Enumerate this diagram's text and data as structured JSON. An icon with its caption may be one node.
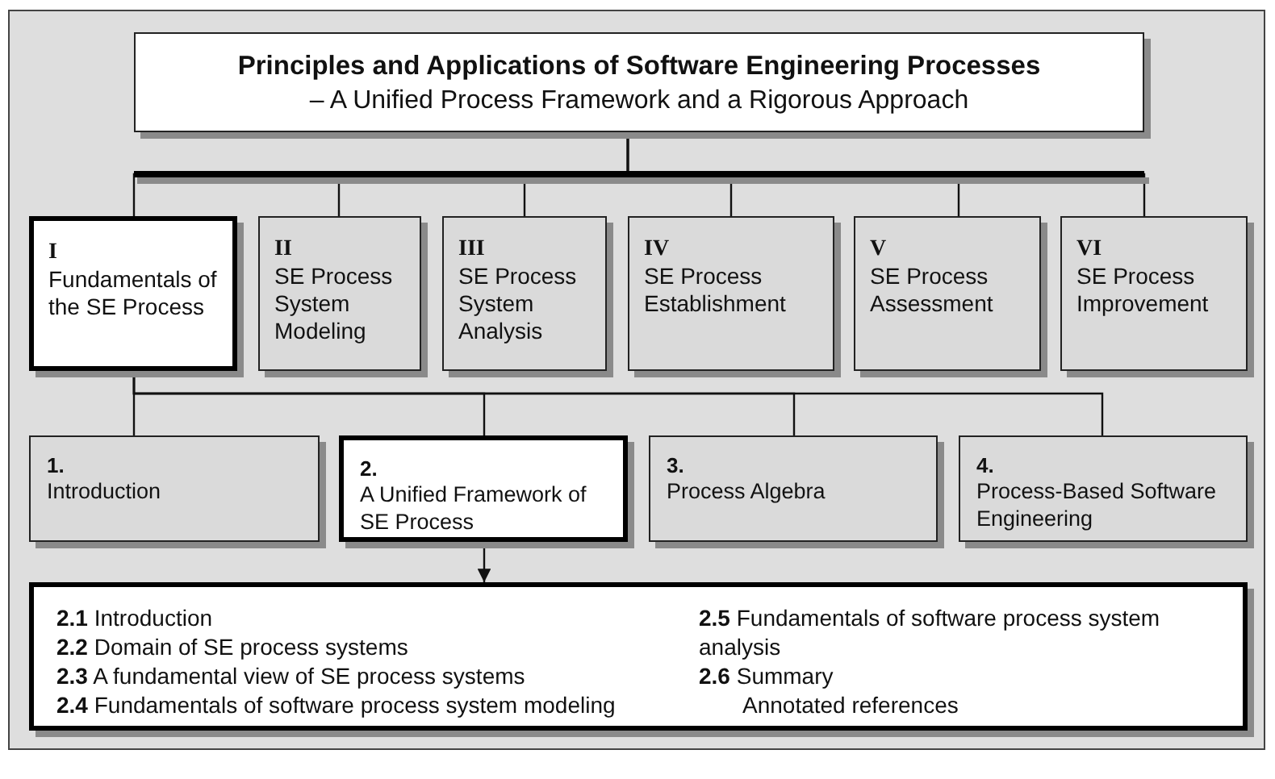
{
  "diagram": {
    "nodes": [
      {
        "text": [
          "Principles and Applications of Software Engineering Processes",
          "– A Unified Process Framework and a Rigorous Approach"
        ]
      },
      {
        "text": [
          "I",
          "Fundamentals of the SE Process"
        ]
      },
      {
        "text": [
          "II",
          "SE Process System Modeling"
        ]
      },
      {
        "text": [
          "III",
          "SE Process System Analysis"
        ]
      },
      {
        "text": [
          "IV",
          "SE Process Establishment"
        ]
      },
      {
        "text": [
          "V",
          "SE Process Assessment"
        ]
      },
      {
        "text": [
          "VI",
          "SE Process Improvement"
        ]
      },
      {
        "text": [
          "1.",
          "Introduction"
        ]
      },
      {
        "text": [
          "2.",
          "A Unified Framework of SE Process"
        ]
      },
      {
        "text": [
          "3.",
          "Process Algebra"
        ]
      },
      {
        "text": [
          "4.",
          "Process-Based Software Engineering"
        ]
      },
      {
        "text": [
          "**2.1** Introduction",
          "**2.2** Domain of SE process systems",
          "**2.3** A fundamental view of SE process systems",
          "**2.4** Fundamentals of software process system modeling",
          "**2.5** Fundamentals of software process system analysis",
          "**2.6** Summary",
          "Annotated references"
        ]
      }
    ],
    "edges": [
      {
        "from": 0,
        "to": 1,
        "arrow": "none"
      },
      {
        "from": 0,
        "to": 2,
        "arrow": "none"
      },
      {
        "from": 0,
        "to": 3,
        "arrow": "none"
      },
      {
        "from": 0,
        "to": 4,
        "arrow": "none"
      },
      {
        "from": 0,
        "to": 5,
        "arrow": "none"
      },
      {
        "from": 0,
        "to": 6,
        "arrow": "none"
      },
      {
        "from": 1,
        "to": 7,
        "arrow": "none"
      },
      {
        "from": 1,
        "to": 8,
        "arrow": "none"
      },
      {
        "from": 1,
        "to": 9,
        "arrow": "none"
      },
      {
        "from": 1,
        "to": 10,
        "arrow": "none"
      },
      {
        "from": 8,
        "to": 11,
        "arrow": "to"
      }
    ]
  }
}
